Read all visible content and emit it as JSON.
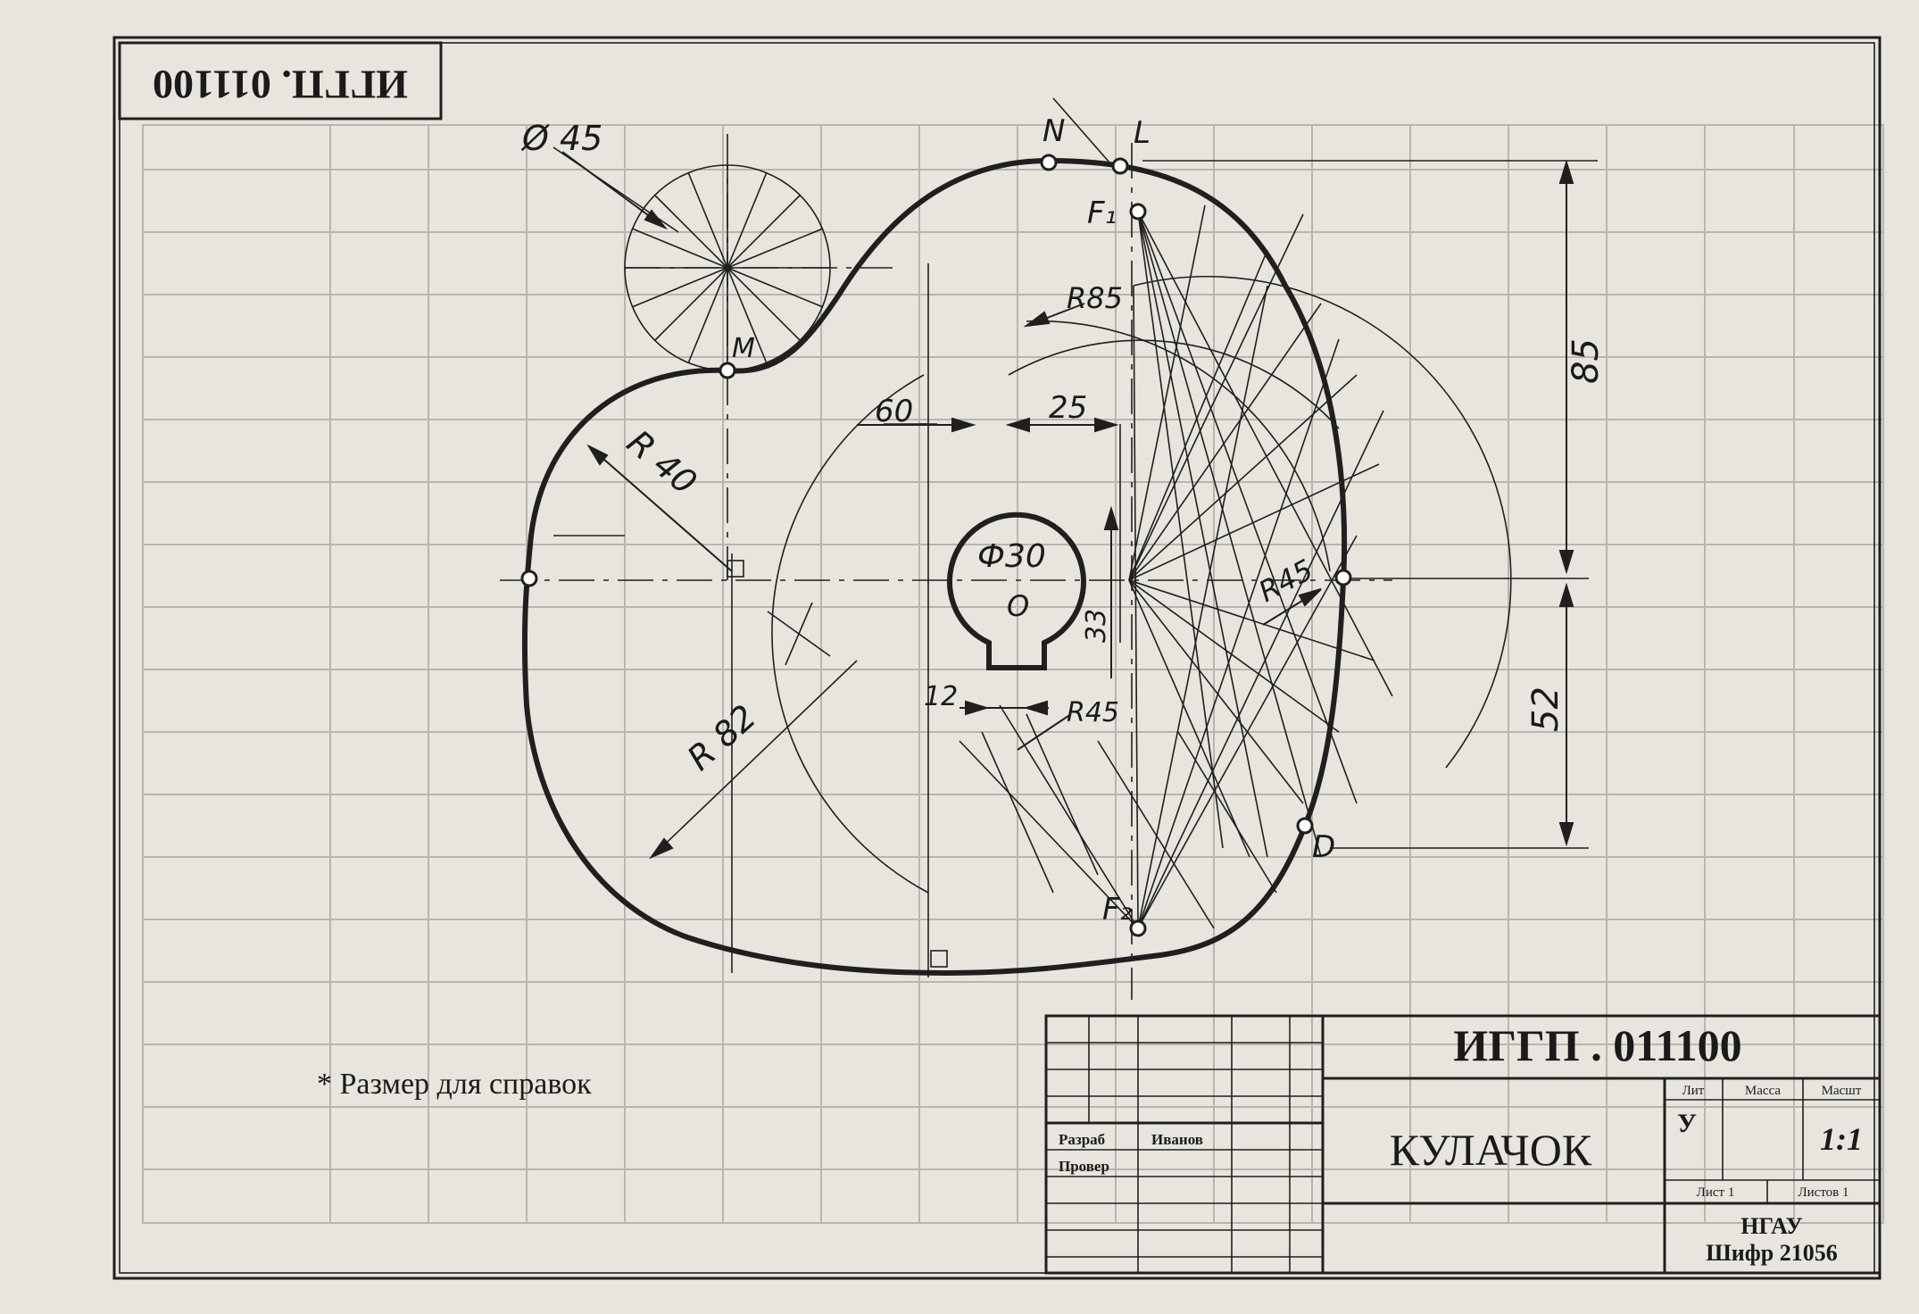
{
  "drawing": {
    "code_rotated": "ИГГП. 011100",
    "code": "ИГГП . 011100",
    "title": "КУЛАЧОК",
    "note": "* Размер  для справок"
  },
  "points": {
    "N": "N",
    "L": "L",
    "F1": "F₁",
    "F2": "F₂",
    "M": "M",
    "D": "D",
    "O": "O"
  },
  "dimensions": {
    "d45": "Ø 45",
    "r85": "R85",
    "r45_top": "R45",
    "r45_bot": "R45",
    "r40": "R 40",
    "r82": "R 82",
    "d30": "Ф30",
    "l60": "60",
    "l25": "25",
    "l33": "33",
    "l12": "12",
    "l85": "85",
    "l52": "52"
  },
  "title_block": {
    "lit_label": "Лит",
    "mass_label": "Масса",
    "scale_label": "Масшт",
    "lit_value": "У",
    "scale_value": "1:1",
    "sheet": "Лист 1",
    "sheets": "Листов 1",
    "org": "НГАУ",
    "cipher": "Шифр 21056",
    "developer_role": "Разраб",
    "developer_name": "Иванов",
    "checker_role": "Провер"
  }
}
